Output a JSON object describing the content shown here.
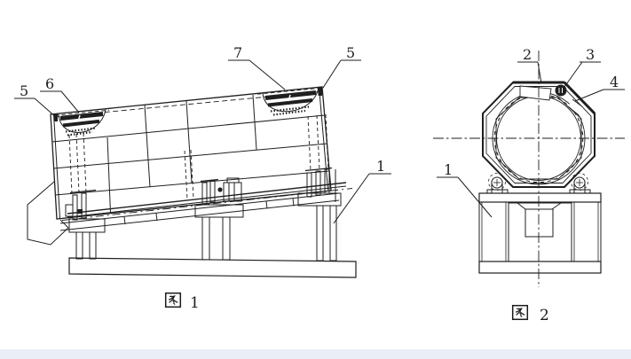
{
  "page": {
    "background": "#ffffff",
    "line_color": "#1f1f1f",
    "bottom_strip_color": "#e9eef7"
  },
  "figure1": {
    "caption": "图 1",
    "caption_figure_char": "图",
    "caption_number": "1",
    "callouts": [
      {
        "label": "5"
      },
      {
        "label": "6"
      },
      {
        "label": "7"
      },
      {
        "label": "5"
      },
      {
        "label": "1"
      }
    ]
  },
  "figure2": {
    "caption": "图 2",
    "caption_figure_char": "图",
    "caption_number": "2",
    "callouts": [
      {
        "label": "2"
      },
      {
        "label": "3"
      },
      {
        "label": "4"
      },
      {
        "label": "1"
      }
    ]
  }
}
